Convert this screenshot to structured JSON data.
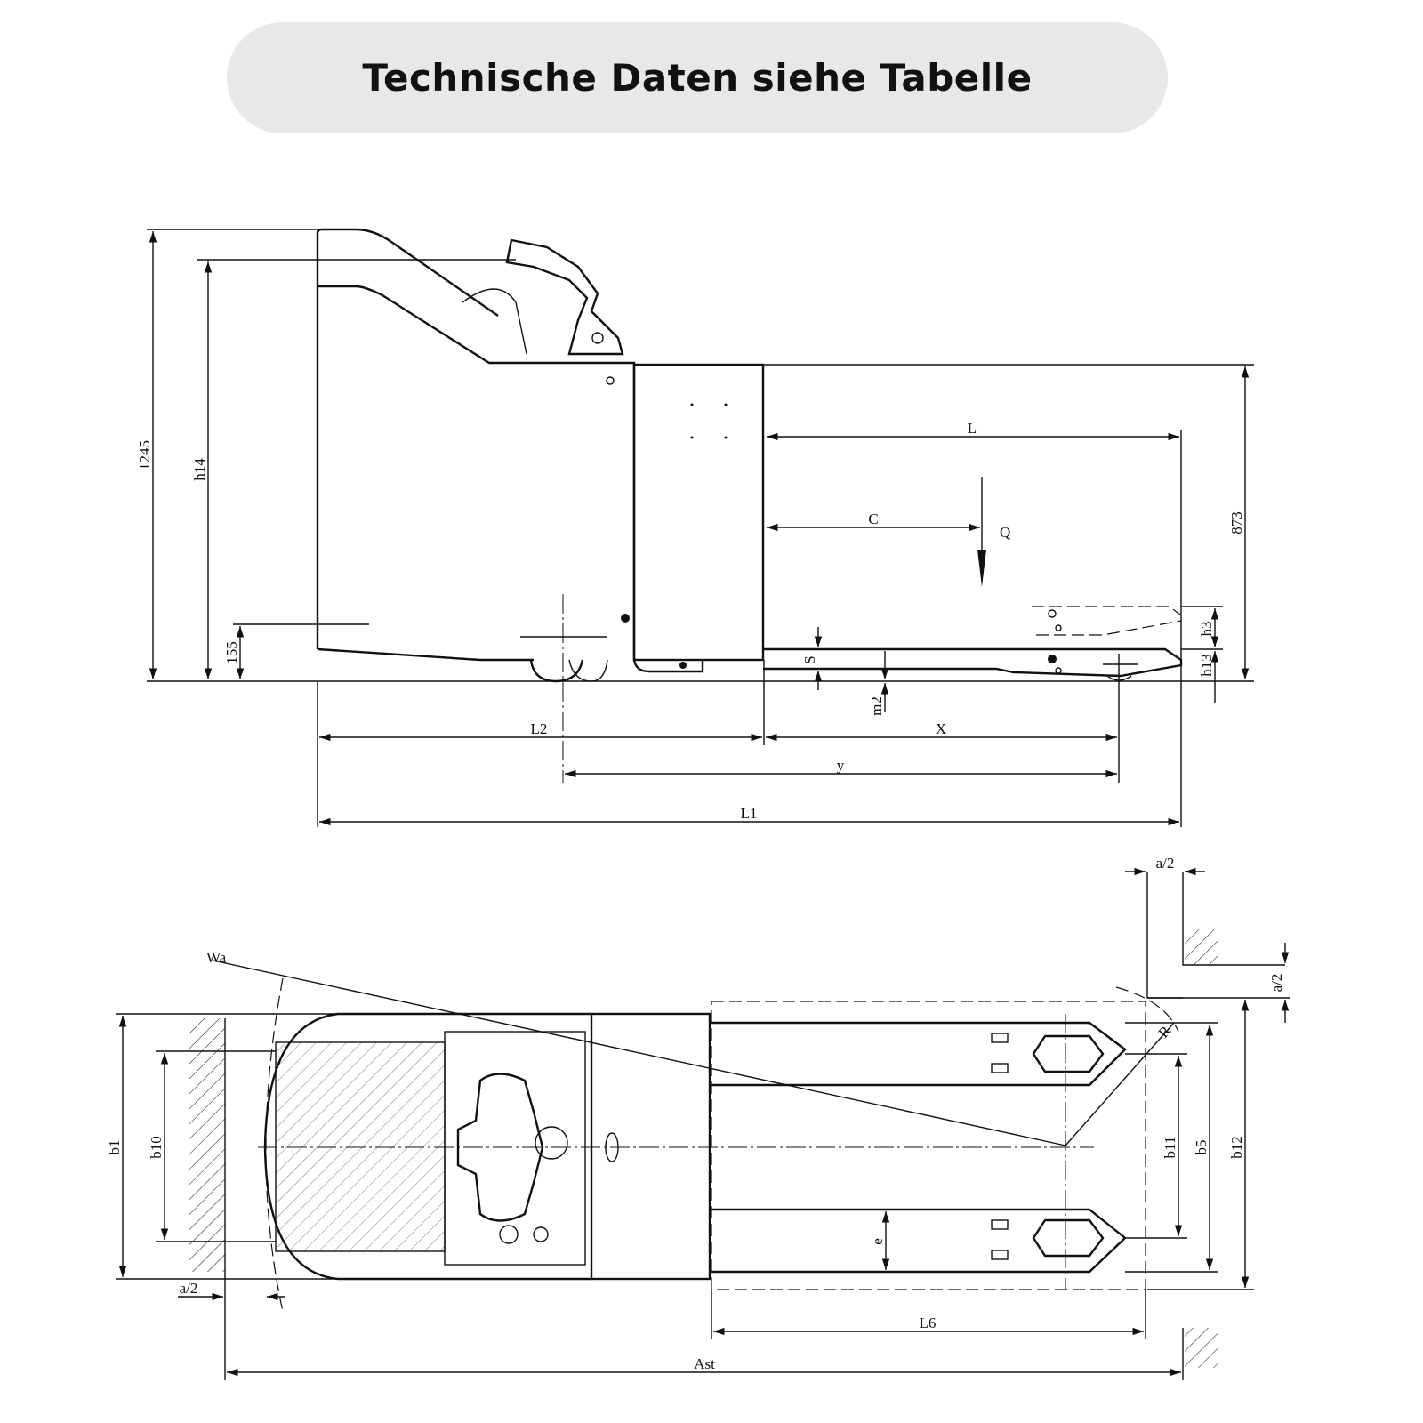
{
  "header": {
    "title": "Technische Daten siehe Tabelle"
  },
  "side_view": {
    "labels": {
      "height_total": "1245",
      "h14": "h14",
      "h_155": "155",
      "L": "L",
      "C": "C",
      "Q": "Q",
      "h_873": "873",
      "h3": "h3",
      "h13": "h13",
      "S": "S",
      "m2": "m2",
      "L2": "L2",
      "X": "X",
      "y": "y",
      "L1": "L1"
    }
  },
  "top_view": {
    "labels": {
      "a2_top": "a/2",
      "a2_right": "a/2",
      "a2_left": "a/2",
      "Wa": "Wa",
      "b1": "b1",
      "b10": "b10",
      "b11": "b11",
      "b5": "b5",
      "b12": "b12",
      "e": "e",
      "R": "R",
      "L6": "L6",
      "Ast": "Ast"
    }
  }
}
